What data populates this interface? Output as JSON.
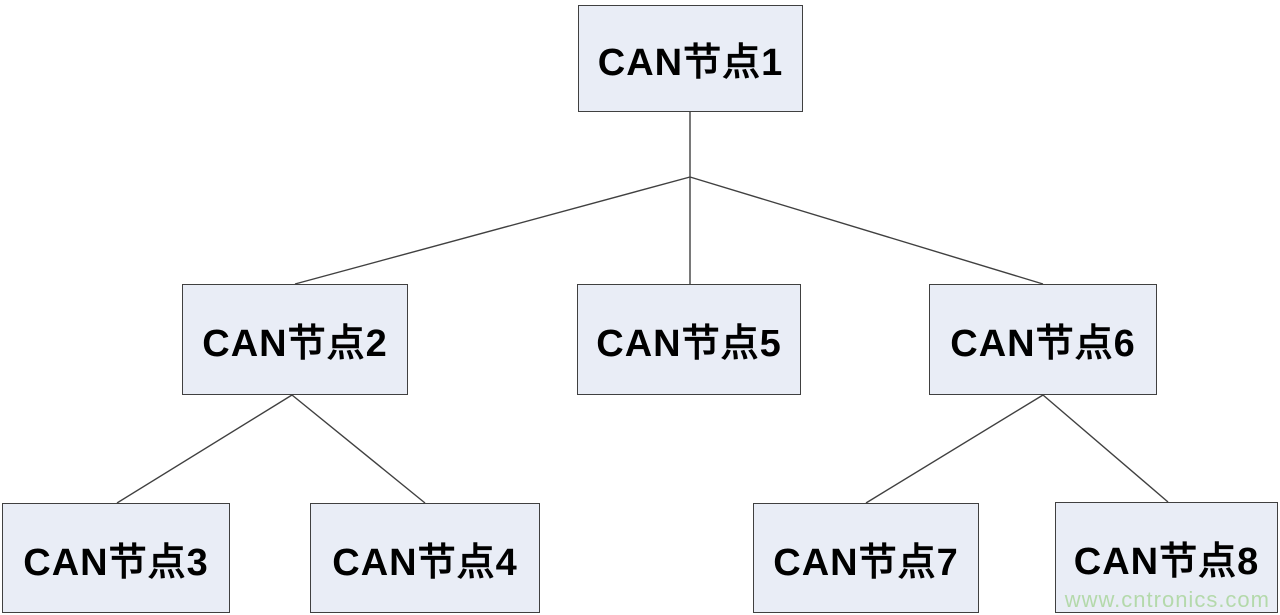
{
  "diagram": {
    "type": "tree",
    "nodes": [
      {
        "id": "node1",
        "label": "CAN节点1",
        "level": 1,
        "parent": null
      },
      {
        "id": "node2",
        "label": "CAN节点2",
        "level": 2,
        "parent": "node1"
      },
      {
        "id": "node3",
        "label": "CAN节点3",
        "level": 3,
        "parent": "node2"
      },
      {
        "id": "node4",
        "label": "CAN节点4",
        "level": 3,
        "parent": "node2"
      },
      {
        "id": "node5",
        "label": "CAN节点5",
        "level": 2,
        "parent": "node1"
      },
      {
        "id": "node6",
        "label": "CAN节点6",
        "level": 2,
        "parent": "node1"
      },
      {
        "id": "node7",
        "label": "CAN节点7",
        "level": 3,
        "parent": "node6"
      },
      {
        "id": "node8",
        "label": "CAN节点8",
        "level": 3,
        "parent": "node6"
      }
    ],
    "edges": [
      [
        "node1",
        "node2"
      ],
      [
        "node1",
        "node5"
      ],
      [
        "node1",
        "node6"
      ],
      [
        "node2",
        "node3"
      ],
      [
        "node2",
        "node4"
      ],
      [
        "node6",
        "node7"
      ],
      [
        "node6",
        "node8"
      ]
    ],
    "colors": {
      "node_fill": "#e9edf6",
      "node_border": "#404040",
      "edge": "#404040",
      "label": "#000000"
    }
  },
  "watermark": {
    "text": "www.cntronics.com",
    "color": "#b4d9ab"
  }
}
